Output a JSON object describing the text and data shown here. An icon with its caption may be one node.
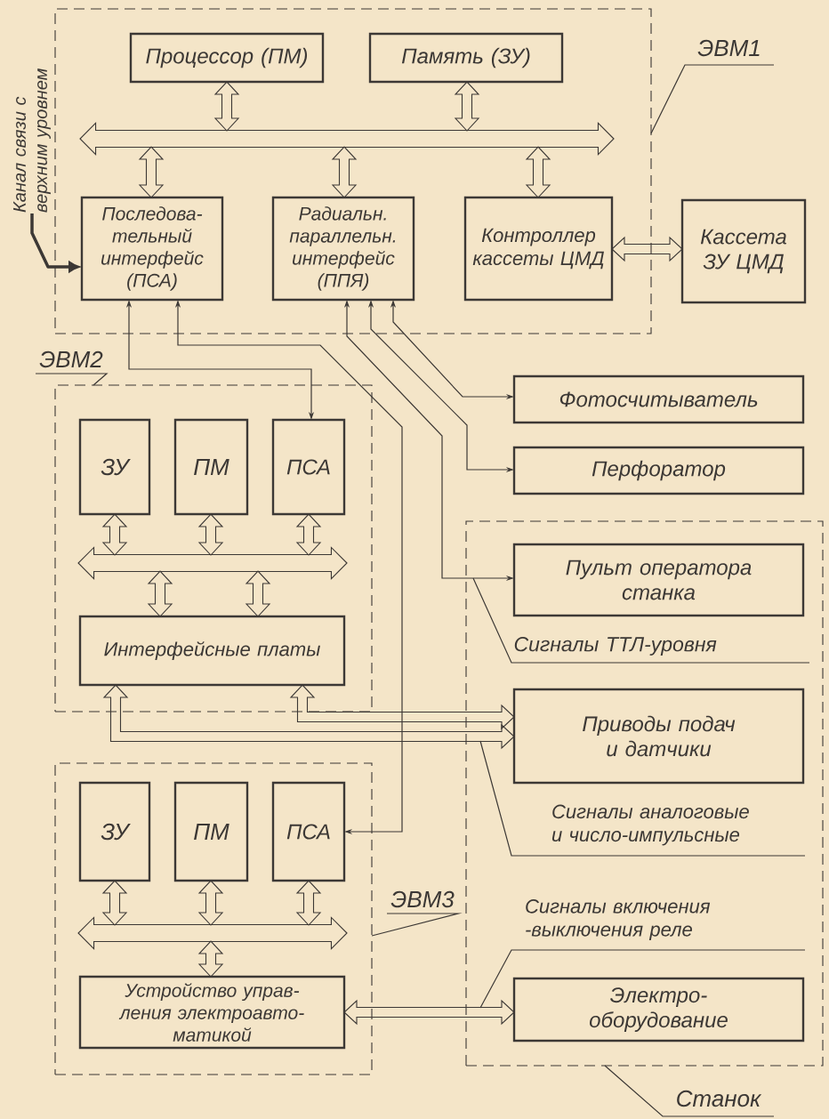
{
  "diagram": {
    "nodes": [
      {
        "text": [],
        "shape": "box"
      },
      {
        "text": [
          "Процессор (ПМ)"
        ],
        "in": 0
      },
      {
        "text": [
          "Память (ЗУ)"
        ],
        "in": 0
      },
      {
        "text": [],
        "shape": "arrow",
        "in": 0
      },
      {
        "text": [
          "Последова- тельный интерфейс (ПСА)"
        ],
        "in": 0
      },
      {
        "text": [
          "Радиальн. параллельн. интерфейс (ППЯ)"
        ],
        "in": 0
      },
      {
        "text": [
          "Контроллер кассеты ЦМД"
        ],
        "in": 0
      },
      {
        "text": [
          "Кассета ЗУ ЦМД"
        ]
      },
      {
        "text": [
          "ЭВМ1"
        ]
      },
      {
        "text": [
          "Канал связи с верхним уровнем"
        ]
      },
      {
        "text": [],
        "shape": "box"
      },
      {
        "text": [
          "ЗУ"
        ],
        "in": 10
      },
      {
        "text": [
          "ПМ"
        ],
        "in": 10
      },
      {
        "text": [
          "ПСА"
        ],
        "in": 10
      },
      {
        "text": [],
        "shape": "arrow",
        "in": 10
      },
      {
        "text": [
          "Интерфейсные платы"
        ],
        "in": 10
      },
      {
        "text": [
          "ЭВМ2"
        ]
      },
      {
        "text": [
          "Фотосчитыватель"
        ]
      },
      {
        "text": [
          "Перфоратор"
        ]
      },
      {
        "text": [],
        "shape": "box"
      },
      {
        "text": [
          "Пульт оператора станка"
        ],
        "in": 19
      },
      {
        "text": [
          "Приводы подач и датчики"
        ],
        "in": 19
      },
      {
        "text": [
          "Электро- оборудование"
        ],
        "in": 19
      },
      {
        "text": [
          "Сигналы ТТЛ-уровня"
        ],
        "in": 19
      },
      {
        "text": [
          "Сигналы аналоговые и число-импульсные"
        ],
        "in": 19
      },
      {
        "text": [
          "Сигналы включения -выключения реле"
        ],
        "in": 19
      },
      {
        "text": [],
        "shape": "box"
      },
      {
        "text": [
          "ЗУ"
        ],
        "in": 26
      },
      {
        "text": [
          "ПМ"
        ],
        "in": 26
      },
      {
        "text": [
          "ПСА"
        ],
        "in": 26
      },
      {
        "text": [],
        "shape": "arrow",
        "in": 26
      },
      {
        "text": [
          "Устройство управ- ления электроавто- матикой"
        ],
        "in": 26
      },
      {
        "text": [
          "ЭВМ3"
        ]
      },
      {
        "text": [
          "Станок"
        ]
      }
    ],
    "edges": [
      {
        "from": 1,
        "to": 3,
        "arrow": "both",
        "style": "thick"
      },
      {
        "from": 2,
        "to": 3,
        "arrow": "both",
        "style": "thick"
      },
      {
        "from": 3,
        "to": 4,
        "arrow": "both",
        "style": "thick"
      },
      {
        "from": 3,
        "to": 5,
        "arrow": "both",
        "style": "thick"
      },
      {
        "from": 3,
        "to": 6,
        "arrow": "both",
        "style": "thick"
      },
      {
        "from": 6,
        "to": 7,
        "arrow": "both",
        "style": "thick"
      },
      {
        "from": 9,
        "to": 4,
        "arrow": "to",
        "style": "thick"
      },
      {
        "from": 8,
        "to": 0,
        "arrow": "none"
      },
      {
        "from": 4,
        "to": 13,
        "arrow": "both"
      },
      {
        "from": 4,
        "to": 29,
        "arrow": "both"
      },
      {
        "from": 5,
        "to": 17,
        "arrow": "both"
      },
      {
        "from": 5,
        "to": 18,
        "arrow": "both"
      },
      {
        "from": 5,
        "to": 20,
        "arrow": "both"
      },
      {
        "from": 11,
        "to": 14,
        "arrow": "both",
        "style": "thick"
      },
      {
        "from": 12,
        "to": 14,
        "arrow": "both",
        "style": "thick"
      },
      {
        "from": 13,
        "to": 14,
        "arrow": "both",
        "style": "thick"
      },
      {
        "from": 14,
        "to": 15,
        "arrow": "both",
        "style": "thick"
      },
      {
        "from": 14,
        "to": 15,
        "arrow": "both",
        "style": "thick"
      },
      {
        "from": 16,
        "to": 10,
        "arrow": "none"
      },
      {
        "from": 15,
        "to": 21,
        "arrow": "both",
        "style": "thick"
      },
      {
        "from": 15,
        "to": 21,
        "arrow": "both",
        "style": "thick"
      },
      {
        "from": 23,
        "to": null,
        "arrow": "none"
      },
      {
        "from": 24,
        "to": null,
        "arrow": "none"
      },
      {
        "from": 25,
        "to": null,
        "arrow": "none"
      },
      {
        "from": 27,
        "to": 30,
        "arrow": "both",
        "style": "thick"
      },
      {
        "from": 28,
        "to": 30,
        "arrow": "both",
        "style": "thick"
      },
      {
        "from": 29,
        "to": 30,
        "arrow": "both",
        "style": "thick"
      },
      {
        "from": 30,
        "to": 31,
        "arrow": "both",
        "style": "thick"
      },
      {
        "from": 31,
        "to": 22,
        "arrow": "both",
        "style": "thick"
      },
      {
        "from": 32,
        "to": 26,
        "arrow": "none"
      },
      {
        "from": 33,
        "to": 19,
        "arrow": "none"
      }
    ]
  }
}
